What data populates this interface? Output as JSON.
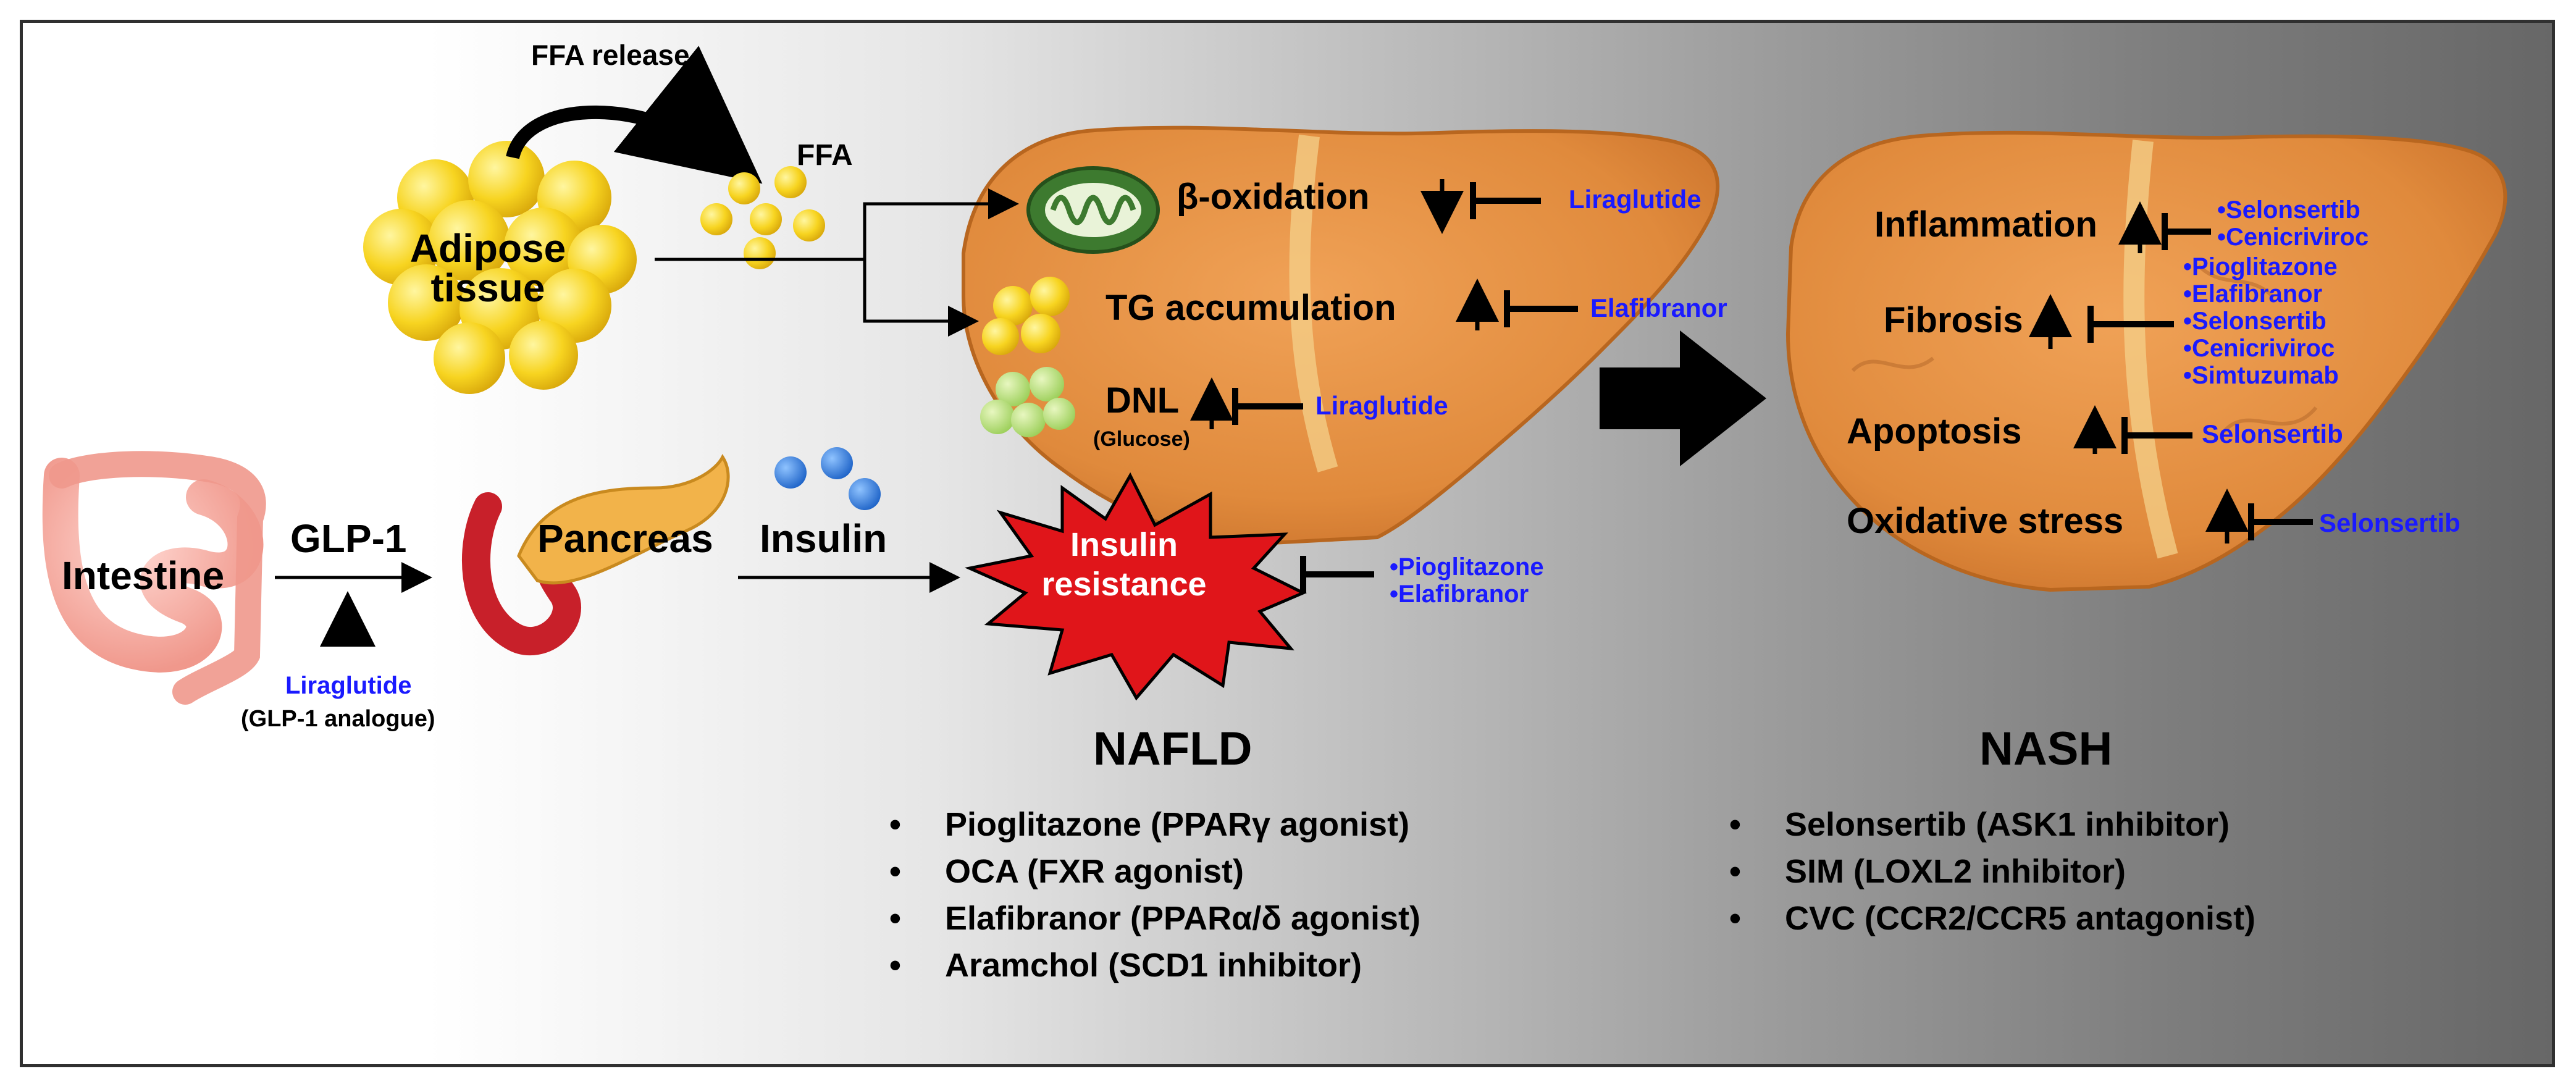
{
  "adipose": {
    "label_line1": "Adipose",
    "label_line2": "tissue",
    "ffa_release": "FFA release",
    "ffa": "FFA"
  },
  "gut_axis": {
    "intestine": "Intestine",
    "glp1": "GLP-1",
    "pancreas": "Pancreas",
    "insulin": "Insulin",
    "liraglutide": "Liraglutide",
    "liraglutide_note": "(GLP-1 analogue)"
  },
  "nafld": {
    "title": "NAFLD",
    "beta_oxidation": "β-oxidation",
    "beta_oxidation_drug": "Liraglutide",
    "tg_accumulation": "TG accumulation",
    "tg_drug": "Elafibranor",
    "dnl": "DNL",
    "dnl_note": "(Glucose)",
    "dnl_drug": "Liraglutide",
    "insulin_resistance_line1": "Insulin",
    "insulin_resistance_line2": "resistance",
    "insulin_resistance_drugs": [
      "Pioglitazone",
      "Elafibranor"
    ],
    "treatments": [
      "Pioglitazone (PPARγ agonist)",
      "OCA (FXR agonist)",
      "Elafibranor (PPARα/δ agonist)",
      "Aramchol (SCD1 inhibitor)"
    ]
  },
  "nash": {
    "title": "NASH",
    "inflammation": "Inflammation",
    "inflammation_drugs": [
      "Selonsertib",
      "Cenicriviroc"
    ],
    "fibrosis": "Fibrosis",
    "fibrosis_drugs": [
      "Pioglitazone",
      "Elafibranor",
      "Selonsertib",
      "Cenicriviroc",
      "Simtuzumab"
    ],
    "apoptosis": "Apoptosis",
    "apoptosis_drug": "Selonsertib",
    "oxidative_stress": "Oxidative stress",
    "oxidative_stress_drug": "Selonsertib",
    "treatments": [
      "Selonsertib (ASK1 inhibitor)",
      "SIM (LOXL2 inhibitor)",
      "CVC (CCR2/CCR5 antagonist)"
    ]
  },
  "colors": {
    "drug_text": "#1a1aff",
    "liver": "#e89545",
    "lipid": "#f2c81c",
    "insulin_dot": "#2f7fe0",
    "burst": "#e0151a"
  }
}
